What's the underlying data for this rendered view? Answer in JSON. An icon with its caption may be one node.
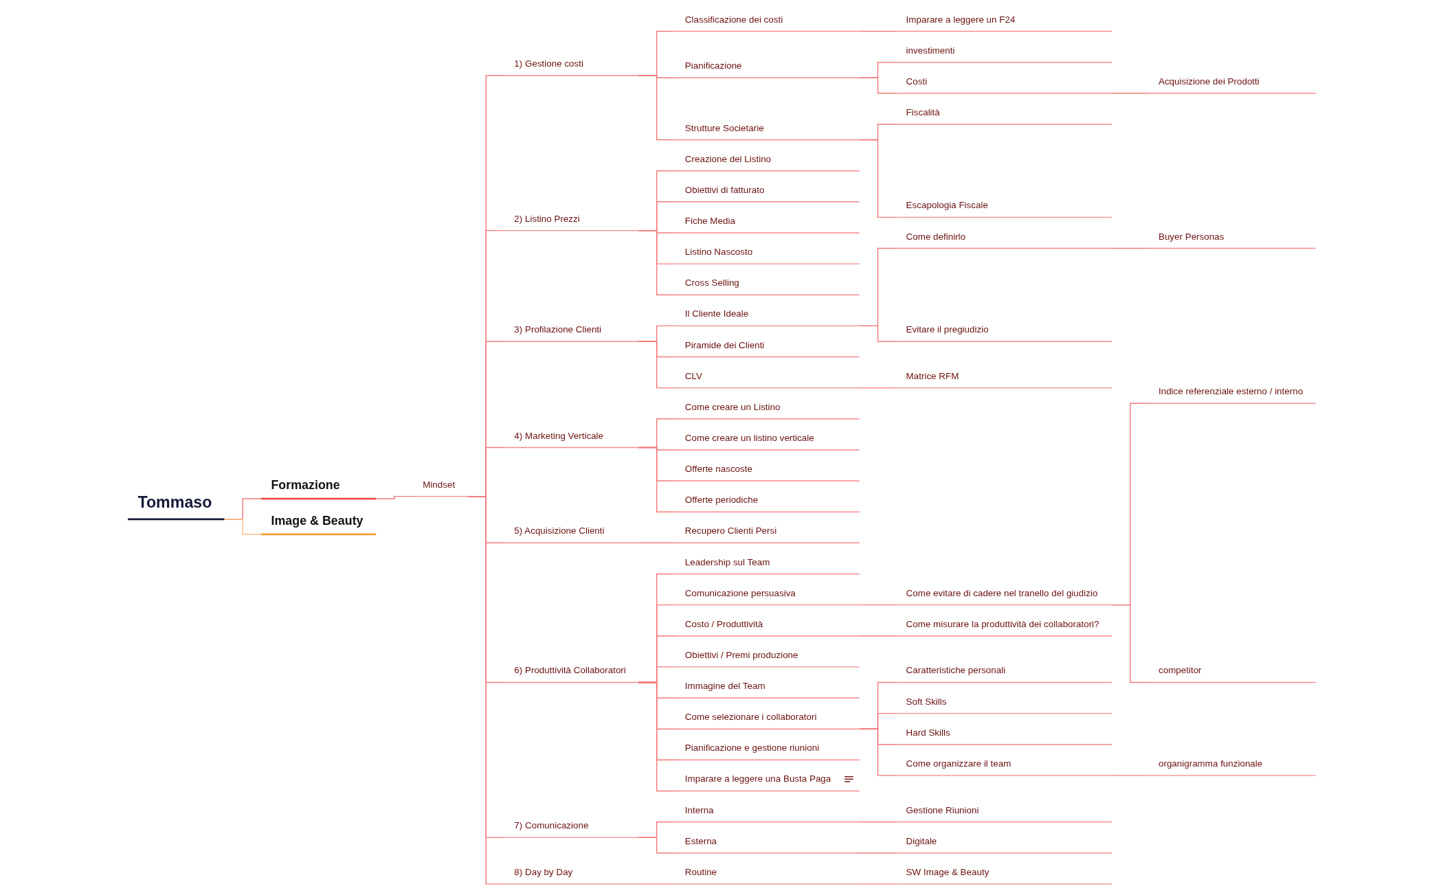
{
  "diagram": {
    "nodes": [
      {
        "text": [
          "Tommaso"
        ]
      },
      {
        "text": [
          "Formazione"
        ]
      },
      {
        "text": [
          "Image & Beauty"
        ]
      },
      {
        "text": [
          "Mindset"
        ]
      },
      {
        "text": [
          "1) Gestione costi"
        ]
      },
      {
        "text": [
          "Classificazione dei costi"
        ]
      },
      {
        "text": [
          "Imparare a leggere un F24"
        ]
      },
      {
        "text": [
          "Pianificazione"
        ]
      },
      {
        "text": [
          "investimenti"
        ]
      },
      {
        "text": [
          "Costi"
        ]
      },
      {
        "text": [
          "Acquisizione dei Prodotti"
        ]
      },
      {
        "text": [
          "Strutture Societarie"
        ]
      },
      {
        "text": [
          "Fiscalità"
        ]
      },
      {
        "text": [
          "Escapologia Fiscale"
        ]
      },
      {
        "text": [
          "2) Listino Prezzi"
        ]
      },
      {
        "text": [
          "Creazione del Listino"
        ]
      },
      {
        "text": [
          "Obiettivi di fatturato"
        ]
      },
      {
        "text": [
          "Fiche Media"
        ]
      },
      {
        "text": [
          "Listino Nascosto"
        ]
      },
      {
        "text": [
          "Cross Selling"
        ]
      },
      {
        "text": [
          "3) Profilazione Clienti"
        ]
      },
      {
        "text": [
          "Il Cliente Ideale"
        ]
      },
      {
        "text": [
          "Come definirlo"
        ]
      },
      {
        "text": [
          "Buyer Personas"
        ]
      },
      {
        "text": [
          "Evitare il pregiudizio"
        ]
      },
      {
        "text": [
          "Piramide dei Clienti"
        ]
      },
      {
        "text": [
          "CLV"
        ]
      },
      {
        "text": [
          "Matrice RFM"
        ]
      },
      {
        "text": [
          "4) Marketing Verticale"
        ]
      },
      {
        "text": [
          "Come creare un Listino"
        ]
      },
      {
        "text": [
          "Come creare un listino verticale"
        ]
      },
      {
        "text": [
          "Offerte nascoste"
        ]
      },
      {
        "text": [
          "Offerte periodiche"
        ]
      },
      {
        "text": [
          "5) Acquisizione Clienti"
        ]
      },
      {
        "text": [
          "Recupero Clienti Persi"
        ]
      },
      {
        "text": [
          "6) Produttività Collaboratori"
        ]
      },
      {
        "text": [
          "Leadership sul Team"
        ]
      },
      {
        "text": [
          "Comunicazione persuasiva"
        ]
      },
      {
        "text": [
          "Come evitare di cadere nel tranello del giudizio"
        ]
      },
      {
        "text": [
          "Indice referenziale esterno / interno"
        ]
      },
      {
        "text": [
          "competitor"
        ]
      },
      {
        "text": [
          "Costo / Produttività"
        ]
      },
      {
        "text": [
          "Come misurare la produttività dei collaboratori?"
        ]
      },
      {
        "text": [
          "Obiettivi / Premi produzione"
        ]
      },
      {
        "text": [
          "Immagine del Team"
        ]
      },
      {
        "text": [
          "Come selezionare i collaboratori"
        ]
      },
      {
        "text": [
          "Caratteristiche personali"
        ]
      },
      {
        "text": [
          "Soft Skills"
        ]
      },
      {
        "text": [
          "Hard Skills"
        ]
      },
      {
        "text": [
          "Come organizzare il team"
        ]
      },
      {
        "text": [
          "organigramma funzionale"
        ]
      },
      {
        "text": [
          "Pianificazione e gestione riunioni"
        ]
      },
      {
        "text": [
          "Imparare a leggere una Busta Paga"
        ]
      },
      {
        "text": [
          "7) Comunicazione"
        ]
      },
      {
        "text": [
          "Interna"
        ]
      },
      {
        "text": [
          "Gestione Riunioni"
        ]
      },
      {
        "text": [
          "Esterna"
        ]
      },
      {
        "text": [
          "Digitale"
        ]
      },
      {
        "text": [
          "8) Day by Day"
        ]
      },
      {
        "text": [
          "Routine"
        ]
      },
      {
        "text": [
          "SW Image & Beauty"
        ]
      }
    ],
    "edges": [
      {
        "from": 0,
        "to": 1,
        "arrow": "none"
      },
      {
        "from": 0,
        "to": 2,
        "arrow": "none",
        "color": "#fbbf85"
      },
      {
        "from": 1,
        "to": 3,
        "arrow": "none"
      },
      {
        "from": 3,
        "to": 4,
        "arrow": "none"
      },
      {
        "from": 4,
        "to": 5,
        "arrow": "none"
      },
      {
        "from": 5,
        "to": 6,
        "arrow": "none"
      },
      {
        "from": 4,
        "to": 7,
        "arrow": "none"
      },
      {
        "from": 7,
        "to": 8,
        "arrow": "none"
      },
      {
        "from": 7,
        "to": 9,
        "arrow": "none"
      },
      {
        "from": 9,
        "to": 10,
        "arrow": "none"
      },
      {
        "from": 4,
        "to": 11,
        "arrow": "none"
      },
      {
        "from": 11,
        "to": 12,
        "arrow": "none"
      },
      {
        "from": 11,
        "to": 13,
        "arrow": "none"
      },
      {
        "from": 3,
        "to": 14,
        "arrow": "none"
      },
      {
        "from": 14,
        "to": 15,
        "arrow": "none"
      },
      {
        "from": 14,
        "to": 16,
        "arrow": "none"
      },
      {
        "from": 14,
        "to": 17,
        "arrow": "none"
      },
      {
        "from": 14,
        "to": 18,
        "arrow": "none"
      },
      {
        "from": 14,
        "to": 19,
        "arrow": "none"
      },
      {
        "from": 3,
        "to": 20,
        "arrow": "none"
      },
      {
        "from": 20,
        "to": 21,
        "arrow": "none"
      },
      {
        "from": 21,
        "to": 22,
        "arrow": "none"
      },
      {
        "from": 22,
        "to": 23,
        "arrow": "none"
      },
      {
        "from": 21,
        "to": 24,
        "arrow": "none"
      },
      {
        "from": 20,
        "to": 25,
        "arrow": "none"
      },
      {
        "from": 20,
        "to": 26,
        "arrow": "none"
      },
      {
        "from": 26,
        "to": 27,
        "arrow": "none"
      },
      {
        "from": 3,
        "to": 28,
        "arrow": "none"
      },
      {
        "from": 28,
        "to": 29,
        "arrow": "none"
      },
      {
        "from": 28,
        "to": 30,
        "arrow": "none"
      },
      {
        "from": 28,
        "to": 31,
        "arrow": "none"
      },
      {
        "from": 28,
        "to": 32,
        "arrow": "none"
      },
      {
        "from": 3,
        "to": 33,
        "arrow": "none"
      },
      {
        "from": 33,
        "to": 34,
        "arrow": "none"
      },
      {
        "from": 3,
        "to": 35,
        "arrow": "none"
      },
      {
        "from": 35,
        "to": 36,
        "arrow": "none"
      },
      {
        "from": 35,
        "to": 37,
        "arrow": "none"
      },
      {
        "from": 37,
        "to": 38,
        "arrow": "none"
      },
      {
        "from": 38,
        "to": 39,
        "arrow": "none"
      },
      {
        "from": 38,
        "to": 40,
        "arrow": "none"
      },
      {
        "from": 35,
        "to": 41,
        "arrow": "none"
      },
      {
        "from": 41,
        "to": 42,
        "arrow": "none"
      },
      {
        "from": 35,
        "to": 43,
        "arrow": "none"
      },
      {
        "from": 35,
        "to": 44,
        "arrow": "none"
      },
      {
        "from": 35,
        "to": 45,
        "arrow": "none"
      },
      {
        "from": 45,
        "to": 46,
        "arrow": "none"
      },
      {
        "from": 45,
        "to": 47,
        "arrow": "none"
      },
      {
        "from": 45,
        "to": 48,
        "arrow": "none"
      },
      {
        "from": 45,
        "to": 49,
        "arrow": "none"
      },
      {
        "from": 49,
        "to": 50,
        "arrow": "none"
      },
      {
        "from": 35,
        "to": 51,
        "arrow": "none"
      },
      {
        "from": 35,
        "to": 52,
        "arrow": "none"
      },
      {
        "from": 3,
        "to": 53,
        "arrow": "none"
      },
      {
        "from": 53,
        "to": 54,
        "arrow": "none"
      },
      {
        "from": 54,
        "to": 55,
        "arrow": "none"
      },
      {
        "from": 53,
        "to": 56,
        "arrow": "none"
      },
      {
        "from": 56,
        "to": 57,
        "arrow": "none"
      },
      {
        "from": 3,
        "to": 58,
        "arrow": "none"
      },
      {
        "from": 58,
        "to": 59,
        "arrow": "none"
      },
      {
        "from": 59,
        "to": 60,
        "arrow": "none"
      }
    ]
  }
}
